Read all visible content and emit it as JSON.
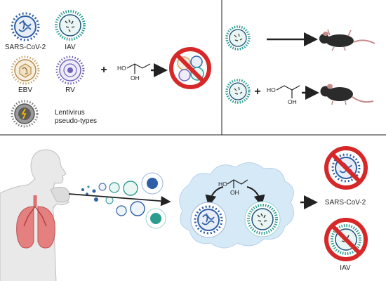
{
  "virus_panel": {
    "sars_label": "SARS-CoV-2",
    "iav_label": "IAV",
    "ebv_label": "EBV",
    "rv_label": "RV",
    "lenti_label_line1": "Lentivirus",
    "lenti_label_line2": "pseudo-types"
  },
  "chemistry": {
    "ho": "HO",
    "oh": "OH",
    "plus": "+"
  },
  "bottom_panel": {
    "sars_result_label": "SARS-CoV-2",
    "iav_result_label": "IAV"
  },
  "colors": {
    "sars": "#2f5fa6",
    "iav": "#2a9d8f",
    "ebv": "#c9a66b",
    "rv": "#6f63b8",
    "prohibition": "#d62828",
    "lung": "#e07070",
    "cloud": "#d6e9f7"
  }
}
